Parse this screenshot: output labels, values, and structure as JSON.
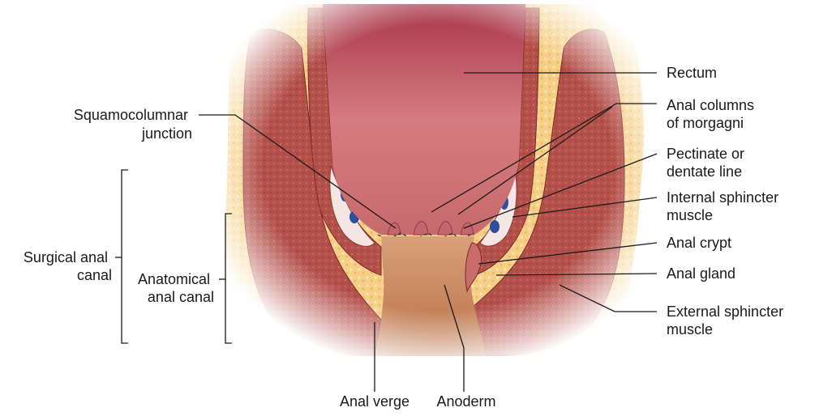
{
  "labels": {
    "rectum": "Rectum",
    "anal_columns": [
      "Anal columns",
      "of morgagni"
    ],
    "pectinate": [
      "Pectinate or",
      "dentate line"
    ],
    "internal_sphincter": [
      "Internal sphincter",
      "muscle"
    ],
    "anal_crypt": "Anal crypt",
    "anal_gland": "Anal gland",
    "external_sphincter": [
      "External sphincter",
      "muscle"
    ],
    "squamocolumnar": [
      "Squamocolumnar",
      "junction"
    ],
    "surgical_canal": [
      "Surgical anal",
      "canal"
    ],
    "anatomical_canal": [
      "Anatomical",
      "anal canal"
    ],
    "anal_verge": "Anal verge",
    "anoderm": "Anoderm"
  },
  "colors": {
    "fat": "#f2c77a",
    "muscle": "#b24a45",
    "lumen": "#c9636b",
    "anoderm": "#d79f74",
    "fascia": "#f4e6e2",
    "vessel": "#2e4f9e"
  }
}
